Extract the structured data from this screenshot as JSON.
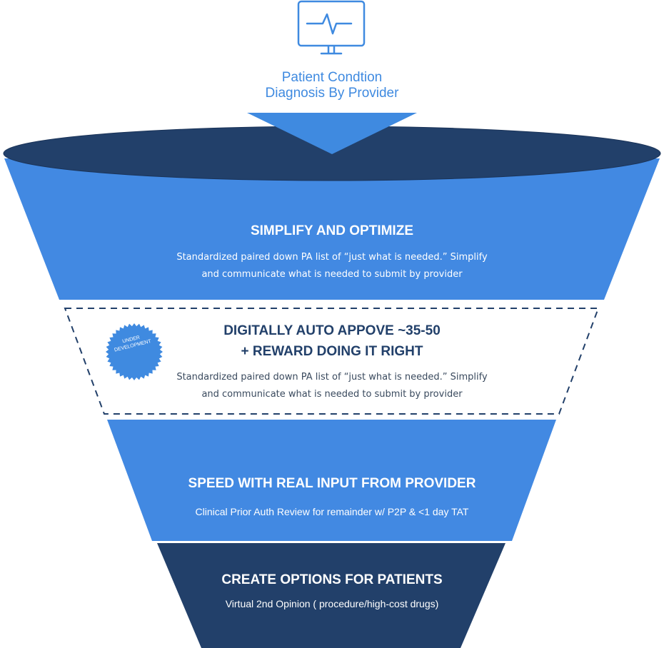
{
  "colors": {
    "navy": "#22406a",
    "blue": "#4289e2",
    "accent_blue": "#3f8ae0",
    "white": "#ffffff"
  },
  "header": {
    "icon": "monitor-heartbeat-icon",
    "line1": "Patient Condtion",
    "line2": "Diagnosis By Provider"
  },
  "stages": [
    {
      "title": "SIMPLIFY AND OPTIMIZE",
      "description_line1": "Standardized paired down PA list of “just what is needed.” Simplify",
      "description_line2": "and communicate what is needed to submit by provider"
    },
    {
      "badge": {
        "line1": "UNDER",
        "line2": "DEVELOPMENT"
      },
      "title_line1": "DIGITALLY AUTO APPOVE ~35-50",
      "title_line2": "+ REWARD DOING IT RIGHT",
      "description_line1": "Standardized paired down PA list of “just what is needed.” Simplify",
      "description_line2": "and communicate what is needed to submit by provider"
    },
    {
      "title": "SPEED WITH REAL INPUT FROM PROVIDER",
      "description": "Clinical Prior Auth Review for remainder w/ P2P & <1 day TAT"
    },
    {
      "title": "CREATE OPTIONS FOR PATIENTS",
      "description": "Virtual 2nd Opinion ( procedure/high-cost drugs)"
    }
  ]
}
